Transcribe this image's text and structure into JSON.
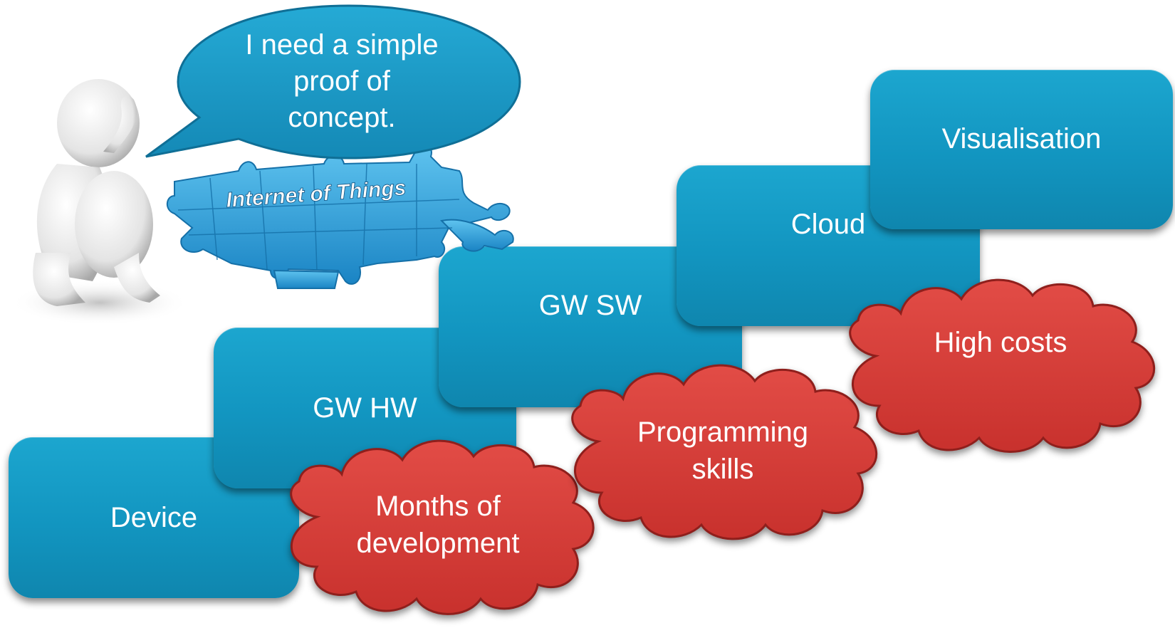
{
  "speech_bubble": {
    "lines": [
      "I need a simple",
      "proof of",
      "concept."
    ]
  },
  "puzzle_label": "Internet of Things",
  "steps": [
    {
      "label": "Device"
    },
    {
      "label": "GW HW"
    },
    {
      "label": "GW SW"
    },
    {
      "label": "Cloud"
    },
    {
      "label": "Visualisation"
    }
  ],
  "obstacles": [
    {
      "lines": [
        "Months of",
        "development"
      ]
    },
    {
      "lines": [
        "Programming",
        "skills"
      ]
    },
    {
      "lines": [
        "High costs"
      ]
    }
  ],
  "colors": {
    "step_blue": "#1295c0",
    "cloud_red": "#d9413c",
    "speech_blue": "#1a9bc7",
    "puzzle_blue": "#2a9fd4"
  }
}
